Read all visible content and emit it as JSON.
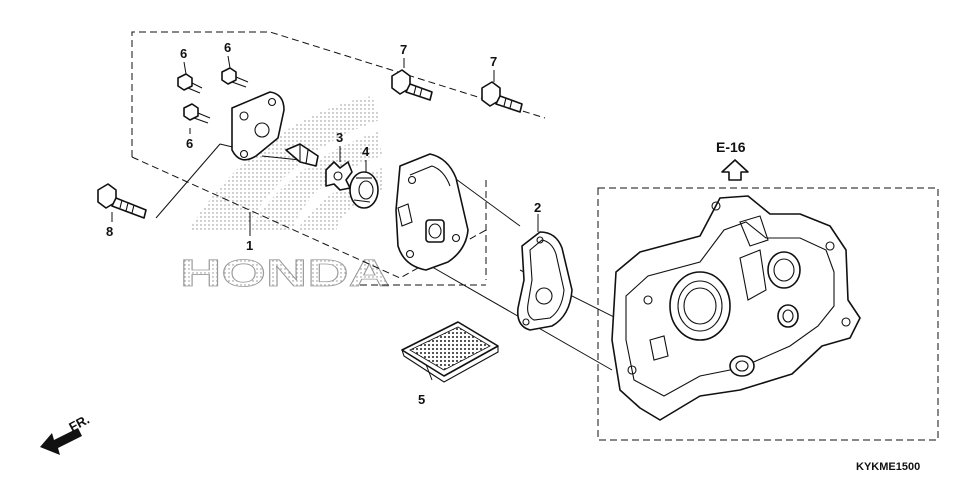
{
  "diagram": {
    "watermark_text": "HONDA",
    "drawing_code": "KYKME1500",
    "section_ref": "E-16",
    "front_marker": "FR.",
    "callouts": [
      {
        "id": "c1",
        "text": "1"
      },
      {
        "id": "c2",
        "text": "2"
      },
      {
        "id": "c3",
        "text": "3"
      },
      {
        "id": "c4",
        "text": "4"
      },
      {
        "id": "c5",
        "text": "5"
      },
      {
        "id": "c6a",
        "text": "6"
      },
      {
        "id": "c6b",
        "text": "6"
      },
      {
        "id": "c6c",
        "text": "6"
      },
      {
        "id": "c7a",
        "text": "7"
      },
      {
        "id": "c7b",
        "text": "7"
      },
      {
        "id": "c8",
        "text": "8"
      }
    ]
  }
}
